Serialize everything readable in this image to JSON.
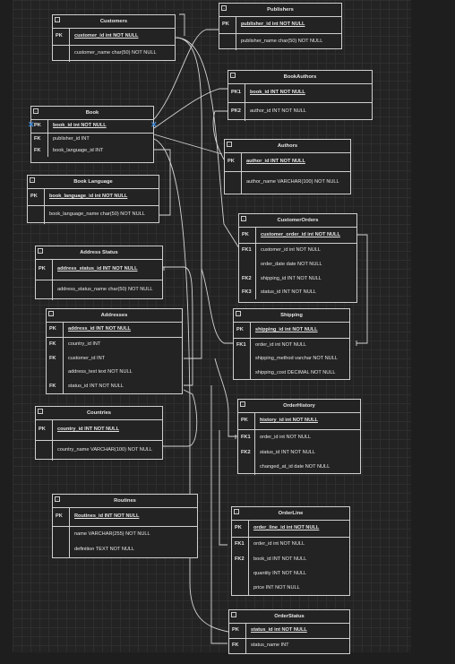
{
  "entities": {
    "customers": {
      "title": "Customers",
      "rows": [
        {
          "key": "PK",
          "field": "customer_id int NOT NULL"
        },
        {
          "key": "",
          "field": "customer_name char(50) NOT NULL"
        }
      ]
    },
    "publishers": {
      "title": "Publishers",
      "rows": [
        {
          "key": "PK",
          "field": "publisher_id int NOT NULL"
        },
        {
          "key": "",
          "field": "publisher_name char(50) NOT NULL"
        }
      ]
    },
    "bookauthors": {
      "title": "BookAuthors",
      "rows": [
        {
          "key": "PK1",
          "field": "book_id INT NOT NULL"
        },
        {
          "key": "PK2",
          "field": "author_id INT NOT NULL"
        }
      ]
    },
    "book": {
      "title": "Book",
      "rows": [
        {
          "key": "PK",
          "field": "book_id int NOT NULL"
        },
        {
          "key": "FK",
          "field": "publisher_id INT"
        },
        {
          "key": "FK",
          "field": "book_language_id INT"
        }
      ]
    },
    "authors": {
      "title": "Authors",
      "rows": [
        {
          "key": "PK",
          "field": "author_id INT NOT NULL"
        },
        {
          "key": "",
          "field": "author_name VARCHAR(100) NOT NULL"
        }
      ]
    },
    "booklanguage": {
      "title": "Book Language",
      "rows": [
        {
          "key": "PK",
          "field": "book_language_id int NOT NULL"
        },
        {
          "key": "",
          "field": "book_language_name char(50) NOT NULL"
        }
      ]
    },
    "customerorders": {
      "title": "CustomerOrders",
      "rows": [
        {
          "key": "PK",
          "field": "customer_order_id int NOT NULL"
        },
        {
          "key": "FK1",
          "field": "customer_id int NOT NULL"
        },
        {
          "key": "",
          "field": "order_date date NOT NULL"
        },
        {
          "key": "FK2",
          "field": "shipping_id INT NOT NULL"
        },
        {
          "key": "FK3",
          "field": "status_id INT NOT NULL"
        }
      ]
    },
    "addressstatus": {
      "title": "Address Status",
      "rows": [
        {
          "key": "PK",
          "field": "address_status_id INT NOT NULL"
        },
        {
          "key": "",
          "field": "address_status_name char(50) NOT NULL"
        }
      ]
    },
    "addresses": {
      "title": "Addresses",
      "rows": [
        {
          "key": "PK",
          "field": "address_id INT NOT NULL"
        },
        {
          "key": "FK",
          "field": "country_id INT"
        },
        {
          "key": "FK",
          "field": "customer_id INT"
        },
        {
          "key": "",
          "field": "address_text text NOT NULL"
        },
        {
          "key": "FK",
          "field": "status_id INT NOT NULL"
        }
      ]
    },
    "shipping": {
      "title": "Shipping",
      "rows": [
        {
          "key": "PK",
          "field": "shipping_id int NOT NULL"
        },
        {
          "key": "FK1",
          "field": "order_id int NOT NULL"
        },
        {
          "key": "",
          "field": "shipping_method varchar NOT NULL"
        },
        {
          "key": "",
          "field": "shipping_cost DECIMAL NOT NULL"
        }
      ]
    },
    "countries": {
      "title": "Countries",
      "rows": [
        {
          "key": "PK",
          "field": "country_id INT NOT NULL"
        },
        {
          "key": "",
          "field": "country_name VARCHAR(100) NOT NULL"
        }
      ]
    },
    "orderhistory": {
      "title": "OrderHistory",
      "rows": [
        {
          "key": "PK",
          "field": "history_id int NOT NULL"
        },
        {
          "key": "FK1",
          "field": "order_id int NOT NULL"
        },
        {
          "key": "FK2",
          "field": "status_id INT NOT NULL"
        },
        {
          "key": "",
          "field": "changed_at_id date NOT NULL"
        }
      ]
    },
    "routines": {
      "title": "Routines",
      "rows": [
        {
          "key": "PK",
          "field": "Routines_id INT NOT NULL"
        },
        {
          "key": "",
          "field": "name VARCHAR(255) NOT NULL"
        },
        {
          "key": "",
          "field": "definition TEXT NOT NULL"
        }
      ]
    },
    "orderline": {
      "title": "OrderLine",
      "rows": [
        {
          "key": "PK",
          "field": "order_line_id int NOT NULL"
        },
        {
          "key": "FK1",
          "field": "order_id int NOT NULL"
        },
        {
          "key": "FK2",
          "field": "book_id INT NOT NULL"
        },
        {
          "key": "",
          "field": "quantity INT NOT NULL"
        },
        {
          "key": "",
          "field": "price INT NOT NULL"
        }
      ]
    },
    "orderstatus": {
      "title": "OrderStatus",
      "rows": [
        {
          "key": "PK",
          "field": "status_id int NOT NULL"
        },
        {
          "key": "FK",
          "field": "status_name INT"
        }
      ]
    }
  },
  "colors": {
    "canvas": "#232323",
    "line": "#cfcfcf",
    "text": "#e6e6e6",
    "selection": "#3b8ad9"
  }
}
